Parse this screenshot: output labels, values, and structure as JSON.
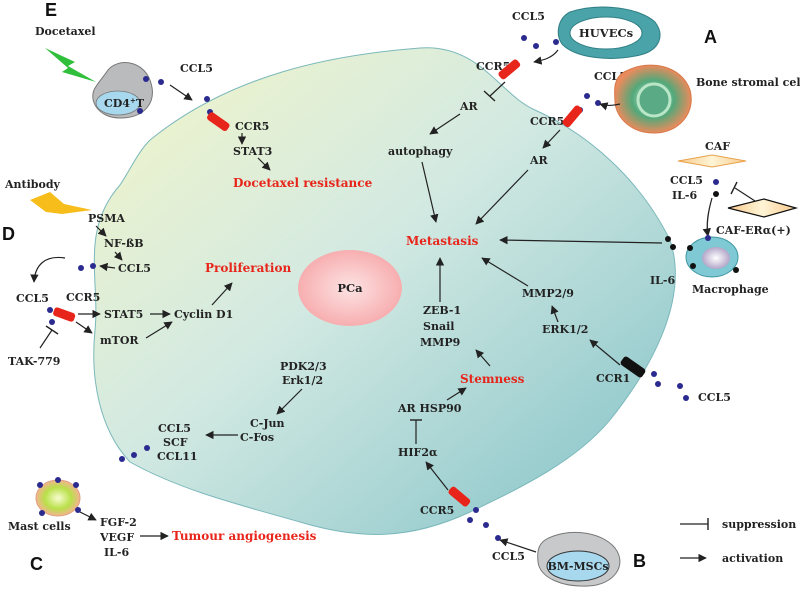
{
  "colors": {
    "cell_edge": "#4aa3a8",
    "receptor": "#e8251b",
    "ccr1": "#111111",
    "ligand": "#2b2b8f",
    "highlight": "#e8251b",
    "pca": "#f7b8b8"
  },
  "panels": {
    "a": "A",
    "b": "B",
    "c": "C",
    "d": "D",
    "e": "E"
  },
  "center": {
    "pca": "PCa"
  },
  "panel_a": {
    "ccl5_huvec": "CCL5",
    "huvecs": "HUVECs",
    "ccr5_top": "CCR5",
    "ar_top": "AR",
    "autophagy": "autophagy",
    "ccl5_bone": "CCL5",
    "bone_stromal": "Bone stromal cells",
    "ccr5_bone": "CCR5",
    "ar_bone": "AR",
    "metastasis": "Metastasis",
    "caf": "CAF",
    "ccl5_caf": "CCL5",
    "il6_caf": "IL-6",
    "caf_era": "CAF-ERα(+)",
    "il6_mac": "IL-6",
    "macrophage": "Macrophage",
    "mmp29": "MMP2/9",
    "erk12": "ERK1/2",
    "ccr1": "CCR1",
    "ccl5_ccr1": "CCL5"
  },
  "panel_b": {
    "zeb1": "ZEB-1",
    "snail": "Snail",
    "mmp9": "MMP9",
    "stemness": "Stemness",
    "ar_hsp90": "AR HSP90",
    "hif2a": "HIF2α",
    "ccr5": "CCR5",
    "ccl5": "CCL5",
    "bm_mscs": "BM-MSCs"
  },
  "panel_c": {
    "pdk": "PDK2/3",
    "erk": "Erk1/2",
    "cjun": "C-Jun",
    "cfos": "C-Fos",
    "ccl5": "CCL5",
    "scf": "SCF",
    "ccl11": "CCL11",
    "mast_cells": "Mast cells",
    "fgf2": "FGF-2",
    "vegf": "VEGF",
    "il6": "IL-6",
    "angiogenesis": "Tumour angiogenesis"
  },
  "panel_d": {
    "antibody": "Antibody",
    "psma": "PSMA",
    "nfkb": "NF-ßB",
    "ccl5_nfkb": "CCL5",
    "proliferation": "Proliferation",
    "ccl5": "CCL5",
    "ccr5": "CCR5",
    "stat5": "STAT5",
    "cyclin": "Cyclin D1",
    "mtor": "mTOR",
    "tak": "TAK-779"
  },
  "panel_e": {
    "docetaxel": "Docetaxel",
    "cd4_main": "CD4",
    "cd4_sup": "+",
    "cd4_tail": "T",
    "ccl5": "CCL5",
    "ccr5": "CCR5",
    "stat3": "STAT3",
    "resistance": "Docetaxel resistance"
  },
  "legend": {
    "suppression": "suppression",
    "activation": "activation"
  }
}
